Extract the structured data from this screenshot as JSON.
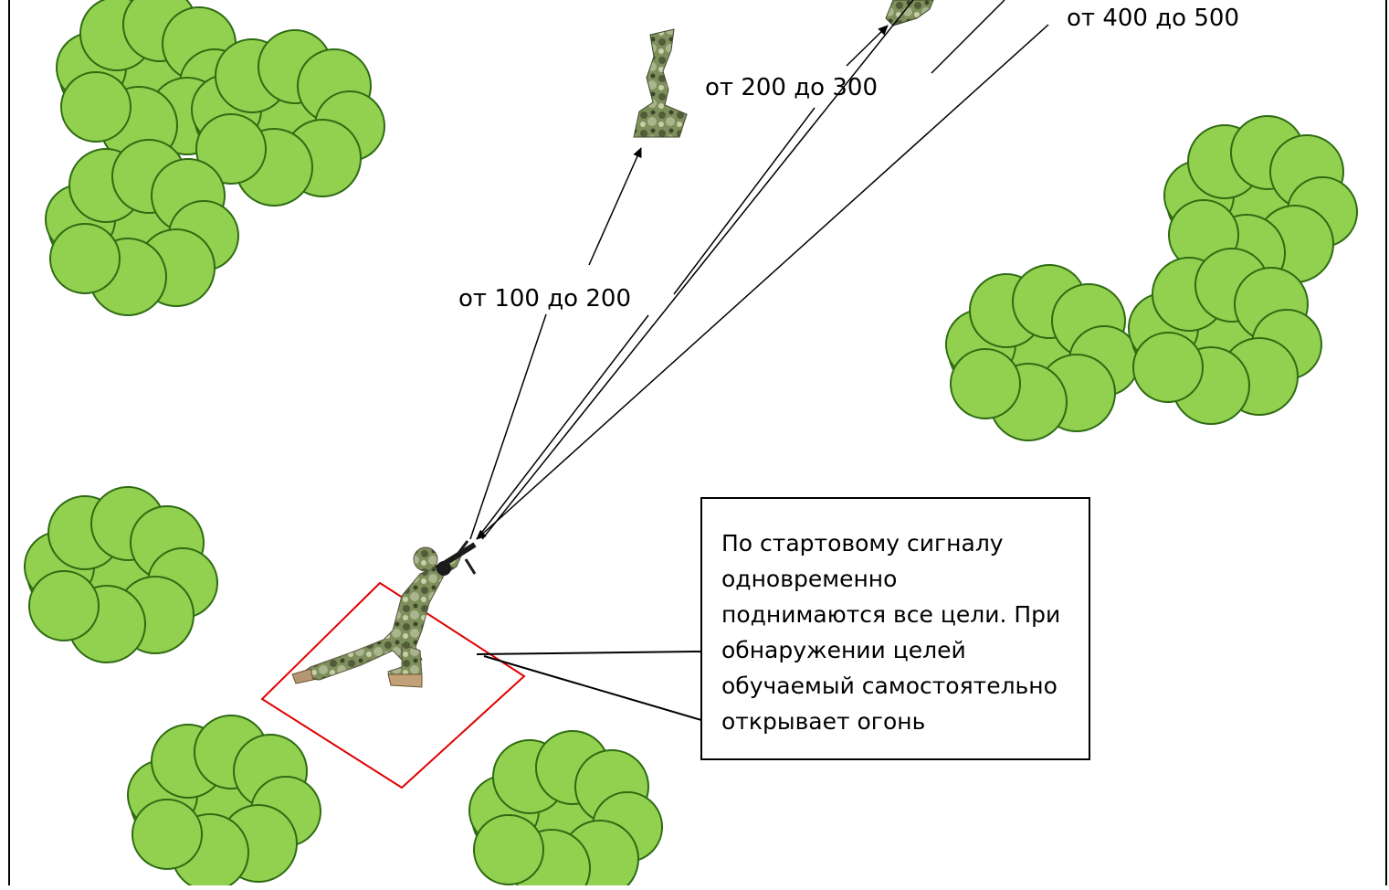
{
  "distances": [
    {
      "label": "от 100 до 200"
    },
    {
      "label": "от 200 до 300"
    },
    {
      "label": "от 400 до 500"
    }
  ],
  "callout": {
    "lines": [
      "По стартовому сигналу",
      "одновременно",
      "поднимаются все цели. При",
      "обнаружении целей",
      "обучаемый самостоятельно",
      "открывает огонь"
    ]
  },
  "icons": {
    "bush": "bush-icon",
    "target": "target-icon",
    "shooter": "soldier-icon"
  },
  "colors": {
    "bush_fill": "#92d050",
    "bush_stroke": "#2e6b12",
    "firing_zone": "#e00000",
    "camo_dark": "#4f5d3a",
    "camo_light": "#a9b58c"
  }
}
